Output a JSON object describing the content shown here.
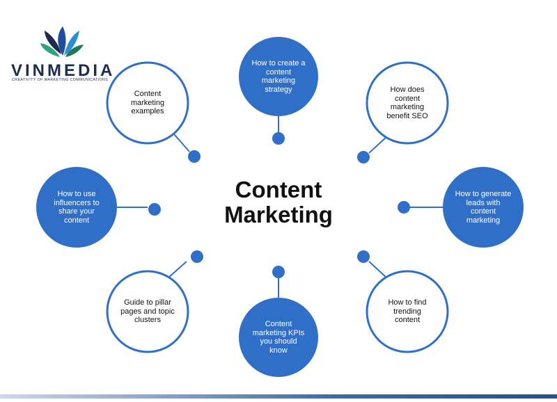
{
  "logo": {
    "name": "VINMEDIA",
    "tagline": "CREATIVITY OF MARKETING COMMUNICATIONS"
  },
  "title": "Content Marketing",
  "topics": [
    {
      "label": "How to create a content marketing strategy",
      "style": "filled"
    },
    {
      "label": "How does content marketing benefit SEO",
      "style": "outline"
    },
    {
      "label": "How to generate leads with content marketing",
      "style": "filled"
    },
    {
      "label": "How to find trending content",
      "style": "outline"
    },
    {
      "label": "Content marketing KPIs you should know",
      "style": "filled"
    },
    {
      "label": "Guide to pillar pages and topic clusters",
      "style": "outline"
    },
    {
      "label": "How to use influencers to share your content",
      "style": "filled"
    },
    {
      "label": "Content marketing examples",
      "style": "outline"
    }
  ],
  "colors": {
    "accent": "#2f6fc8",
    "text": "#111111",
    "logo": "#1d2b4d"
  }
}
